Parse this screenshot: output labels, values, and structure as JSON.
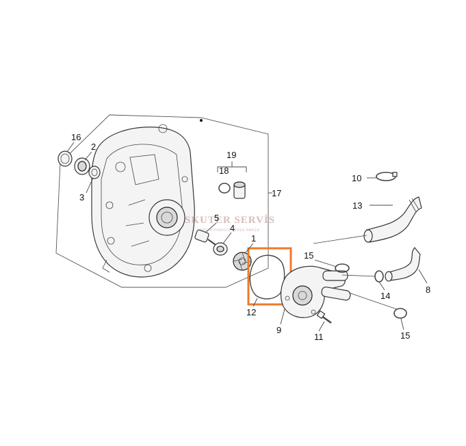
{
  "callouts": {
    "c1": "1",
    "c2": "2",
    "c3": "3",
    "c4": "4",
    "c5": "5",
    "c8": "8",
    "c9": "9",
    "c10": "10",
    "c11": "11",
    "c12": "12",
    "c13": "13",
    "c14": "14",
    "c15a": "15",
    "c15b": "15",
    "c16": "16",
    "c17": "17",
    "c18": "18",
    "c19": "19"
  },
  "watermark": {
    "main": "SKUTER SERVİS",
    "sub": "APRILIA PIAGGIO YEDEK PARÇA"
  },
  "colors": {
    "highlight": "#f07a28",
    "line": "#333333",
    "watermark": "#b58a8a"
  }
}
